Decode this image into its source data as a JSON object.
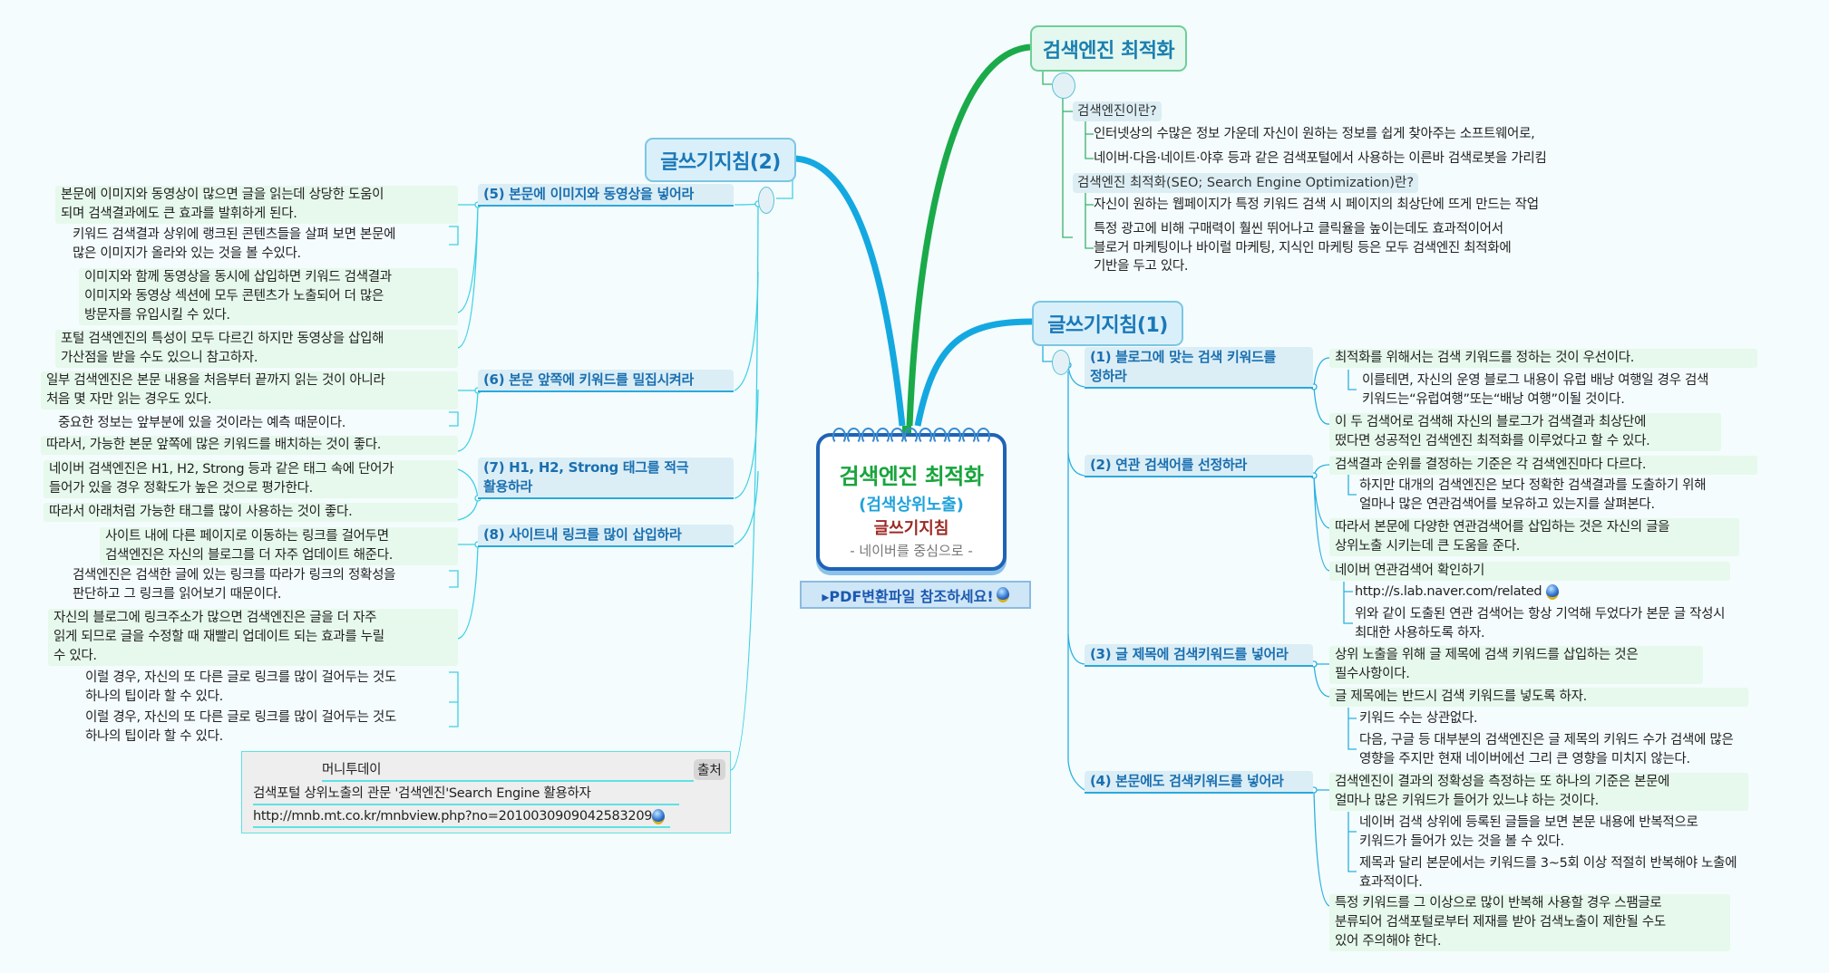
{
  "central": {
    "title": "검색엔진 최적화",
    "subtitle": "(검색상위노출)",
    "label": "글쓰기지침",
    "note": "- 네이버를 중심으로 -",
    "pdf_button": "▸PDF변환파일 참조하세요!"
  },
  "seo": {
    "title": "검색엔진 최적화",
    "q1": "검색엔진이란?",
    "a1": [
      "인터넷상의 수많은 정보 가운데 자신이 원하는 정보를 쉽게 찾아주는 소프트웨어로,",
      "네이버·다음·네이트·야후 등과 같은 검색포털에서 사용하는 이른바 검색로봇을 가리킴"
    ],
    "q2": "검색엔진 최적화(SEO; Search Engine Optimization)란?",
    "a2": [
      "자신이 원하는 웹페이지가 특정 키워드 검색 시 페이지의 최상단에 뜨게 만드는 작업",
      "특정 광고에 비해 구매력이 훨씬 뛰어나고 클릭율을 높이는데도 효과적이어서\n블로거 마케팅이나 바이럴 마케팅, 지식인 마케팅 등은 모두 검색엔진 최적화에\n기반을 두고 있다."
    ]
  },
  "guide1": {
    "title": "글쓰기지침(1)",
    "items": [
      {
        "label": "(1) 블로그에 맞는 검색 키워드를\n정하라",
        "notes": [
          "최적화를 위해서는 검색 키워드를 정하는 것이 우선이다.",
          "이를테면, 자신의 운영 블로그 내용이 유럽 배낭 여행일 경우 검색\n키워드는“유럽여행”또는“배낭 여행”이될 것이다.",
          "이 두 검색어로 검색해 자신의 블로그가 검색결과 최상단에\n떴다면 성공적인 검색엔진 최적화를 이루었다고 할 수 있다."
        ]
      },
      {
        "label": "(2) 연관 검색어를 선정하라",
        "notes": [
          "검색결과 순위를 결정하는 기준은 각 검색엔진마다 다르다.",
          "하지만 대개의 검색엔진은 보다 정확한 검색결과를 도출하기 위해\n얼마나 많은 연관검색어를 보유하고 있는지를 살펴본다.",
          "따라서 본문에 다양한 연관검색어를 삽입하는 것은 자신의 글을\n상위노출 시키는데 큰 도움을 준다.",
          "네이버 연관검색어 확인하기",
          "http://s.lab.naver.com/related",
          "위와 같이 도출된 연관 검색어는 항상 기억해 두었다가 본문 글 작성시\n최대한 사용하도록 하자."
        ]
      },
      {
        "label": "(3) 글 제목에 검색키워드를 넣어라",
        "notes": [
          "상위 노출을 위해 글 제목에 검색 키워드를 삽입하는 것은\n필수사항이다.",
          "글 제목에는 반드시 검색 키워드를 넣도록 하자.",
          "키워드 수는 상관없다.",
          "다음, 구글 등 대부분의 검색엔진은 글 제목의 키워드 수가 검색에 많은\n영향을 주지만 현재 네이버에선 그리 큰 영향을 미치지 않는다."
        ]
      },
      {
        "label": "(4) 본문에도 검색키워드를 넣어라",
        "notes": [
          "검색엔진이 결과의 정확성을 측정하는 또 하나의 기준은 본문에\n얼마나 많은 키워드가 들어가 있느냐 하는 것이다.",
          "네이버 검색 상위에 등록된 글들을 보면 본문 내용에 반복적으로\n키워드가 들어가 있는 것을 볼 수 있다.",
          "제목과 달리 본문에서는 키워드를 3~5회 이상 적절히 반복해야 노출에\n효과적이다.",
          "특정 키워드를 그 이상으로 많이 반복해 사용할 경우 스팸글로\n분류되어 검색포털로부터 제재를 받아 검색노출이 제한될 수도\n있어 주의해야 한다."
        ]
      }
    ]
  },
  "guide2": {
    "title": "글쓰기지침(2)",
    "items": [
      {
        "label": "(5) 본문에 이미지와 동영상을 넣어라",
        "notes": [
          "본문에 이미지와 동영상이 많으면 글을 읽는데 상당한 도움이\n되며 검색결과에도 큰 효과를 발휘하게 된다.",
          "키워드 검색결과 상위에 랭크된 콘텐츠들을 살펴 보면 본문에\n많은 이미지가 올라와 있는 것을 볼 수있다.",
          "이미지와 함께 동영상을 동시에 삽입하면 키워드 검색결과\n이미지와 동영상 섹션에 모두 콘텐츠가 노출되어 더 많은\n방문자를 유입시킬 수 있다.",
          "포털 검색엔진의 특성이 모두 다르긴 하지만 동영상을 삽입해\n가산점을 받을 수도 있으니 참고하자."
        ]
      },
      {
        "label": "(6) 본문 앞쪽에 키워드를 밀집시켜라",
        "notes": [
          "일부 검색엔진은 본문 내용을 처음부터 끝까지 읽는 것이 아니라\n처음 몇 자만 읽는 경우도 있다.",
          "중요한 정보는 앞부분에 있을 것이라는 예측 때문이다.",
          "따라서, 가능한 본문 앞쪽에 많은 키워드를 배치하는 것이 좋다."
        ]
      },
      {
        "label": "(7) H1, H2, Strong 태그를 적극\n활용하라",
        "notes": [
          "네이버 검색엔진은 H1, H2, Strong 등과 같은 태그 속에 단어가\n들어가 있을 경우 정확도가 높은 것으로 평가한다.",
          "따라서 아래처럼 가능한 태그를 많이 사용하는 것이 좋다."
        ]
      },
      {
        "label": "(8) 사이트내 링크를 많이 삽입하라",
        "notes": [
          "사이트 내에 다른 페이지로 이동하는 링크를 걸어두면\n검색엔진은 자신의 블로그를 더 자주 업데이트 해준다.",
          "검색엔진은 검색한 글에 있는 링크를 따라가 링크의 정확성을\n판단하고 그 링크를 읽어보기 때문이다.",
          "자신의 블로그에 링크주소가 많으면 검색엔진은 글을 더 자주\n읽게 되므로 글을 수정할 때 재빨리 업데이트 되는 효과를 누릴\n수 있다.",
          "이럴 경우, 자신의 또 다른 글로 링크를 많이 걸어두는 것도\n하나의 팁이라 할 수 있다.",
          "이럴 경우, 자신의 또 다른 글로 링크를 많이 걸어두는 것도\n하나의 팁이라 할 수 있다."
        ]
      }
    ]
  },
  "source": {
    "badge": "출처",
    "publisher": "머니투데이",
    "article": "검색포털 상위노출의 관문 '검색엔진'Search Engine 활용하자",
    "url": "http://mnb.mt.co.kr/mnbview.php?no=2010030909042583209"
  },
  "colors": {
    "branch_green": "#1aaa4a",
    "branch_blue": "#14a8e0",
    "connector": "#5bc8e0"
  },
  "icons": {
    "link": "globe-link-icon",
    "collapse": "collapse-circle-icon"
  }
}
